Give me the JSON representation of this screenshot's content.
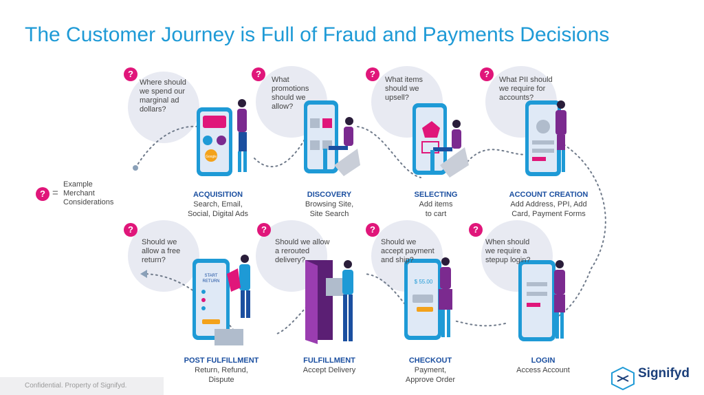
{
  "title": "The Customer Journey is Full of Fraud and Payments Decisions",
  "legend": {
    "badge": "?",
    "equals": "=",
    "text": "Example\nMerchant\nConsiderations"
  },
  "stages": [
    {
      "id": "acquisition",
      "title": "ACQUISITION",
      "desc": "Search, Email,\nSocial, Digital Ads",
      "question": "Where should\nwe spend our\nmarginal ad\ndollars?"
    },
    {
      "id": "discovery",
      "title": "DISCOVERY",
      "desc": "Browsing Site,\nSite Search",
      "question": "What\npromotions\nshould we\nallow?"
    },
    {
      "id": "selecting",
      "title": "SELECTING",
      "desc": "Add items\nto cart",
      "question": "What items\nshould we\nupsell?"
    },
    {
      "id": "account-creation",
      "title": "ACCOUNT CREATION",
      "desc": "Add Address, PPI, Add\nCard, Payment Forms",
      "question": "What PII should\nwe require for\naccounts?"
    },
    {
      "id": "post-fulfillment",
      "title": "POST FULFILLMENT",
      "desc": "Return, Refund,\nDispute",
      "question": "Should we\nallow a free\nreturn?"
    },
    {
      "id": "fulfillment",
      "title": "FULFILLMENT",
      "desc": "Accept Delivery",
      "question": "Should we allow\na rerouted\ndelivery?"
    },
    {
      "id": "checkout",
      "title": "CHECKOUT",
      "desc": "Payment,\nApprove Order",
      "question": "Should we\naccept payment\nand ship?"
    },
    {
      "id": "login",
      "title": "LOGIN",
      "desc": "Access Account",
      "question": "When should\nwe require a\nstepup login?"
    }
  ],
  "screens": {
    "return_title": "START\nRETURN",
    "checkout_price": "$ 55.00",
    "google_label": "Google"
  },
  "footer": {
    "text": "Confidential. Property of Signifyd."
  },
  "logo": {
    "text": "Signifyd"
  },
  "colors": {
    "accent": "#1e9ad6",
    "navy": "#1b4fa0",
    "magenta": "#e0167a",
    "purple": "#7b2a8f"
  }
}
